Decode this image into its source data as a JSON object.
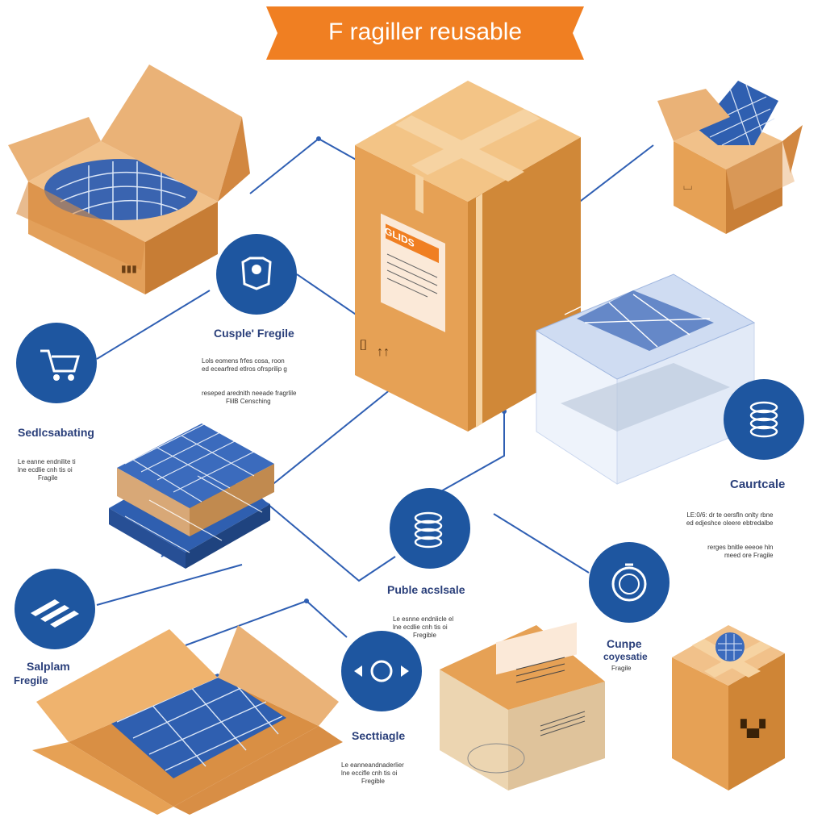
{
  "banner": {
    "title": "F ragiller reusable",
    "color": "#f07f22"
  },
  "colors": {
    "accent_blue": "#1e56a0",
    "cardboard": "#e39a4a",
    "tape": "#f6c07a",
    "connector": "#2f5fb3"
  },
  "labels": {
    "center_top": {
      "title": "Cusple' Fregile",
      "lines": [
        "Lols eomens frfes cosa, roon",
        "ed ecearfred etlros ofrsprilip g",
        "reseped arednith neeade fragrlile",
        "FlilB Censching"
      ],
      "icon": "bottle-icon"
    },
    "left_cart": {
      "title": "Sedlcsabating",
      "lines": [
        "Le eanne endnilite ti",
        "lne ecdlie cnh tis oi",
        "Fragile"
      ],
      "icon": "shopping-cart-icon"
    },
    "right_top": {
      "title": "Caurtcale",
      "lines": [
        "LE:0/6: dr te oersfln onlty rbne",
        "ed edjeshce oleere ebtredalbe",
        "rerges bnitle eeeoe hln",
        "meed ore Fragile"
      ],
      "icon": "coil-icon"
    },
    "middle": {
      "title": "Puble acslsale",
      "lines": [
        "Le esnne endnlicle el",
        "lne ecdlie cnh tis oi",
        "Fregible"
      ],
      "icon": "coil-icon"
    },
    "right_mid": {
      "title": "Cunpe",
      "subtitle": "coyesatie",
      "lines": [
        "Fragile"
      ],
      "icon": "clock-icon"
    },
    "left_bottom": {
      "title": "Salplam",
      "subtitle": "Fregile",
      "icon": "strips-icon"
    },
    "bottom": {
      "title": "Secttiagle",
      "lines": [
        "Le eanneandnaderlier",
        "lne eccifle cnh tis oi",
        "Fregible"
      ],
      "icon": "arrows-icon"
    }
  },
  "box_label": {
    "text": "GLIDS"
  },
  "box_symbols": {
    "left": "⌷",
    "right": "↑↑"
  },
  "small_box_symbol": "🝖"
}
